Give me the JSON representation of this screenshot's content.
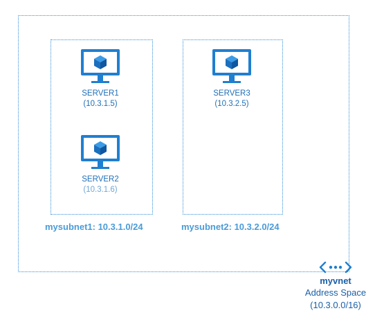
{
  "colors": {
    "border": "#2f8fd8",
    "monitor": "#1f7fd0",
    "text": "#1f6fb8",
    "subnet_label": "#4a9bd8"
  },
  "subnets": [
    {
      "label": "mysubnet1: 10.3.1.0/24",
      "servers": [
        {
          "name": "SERVER1",
          "ip": "(10.3.1.5)",
          "icon": "virtual-machine-icon"
        },
        {
          "name": "SERVER2",
          "ip": "(10.3.1.6)",
          "icon": "virtual-machine-icon"
        }
      ]
    },
    {
      "label": "mysubnet2: 10.3.2.0/24",
      "servers": [
        {
          "name": "SERVER3",
          "ip": "(10.3.2.5)",
          "icon": "virtual-machine-icon"
        }
      ]
    }
  ],
  "vnet": {
    "icon": "virtual-network-icon",
    "name": "myvnet",
    "address_label": "Address Space",
    "address_space": "(10.3.0.0/16)"
  }
}
